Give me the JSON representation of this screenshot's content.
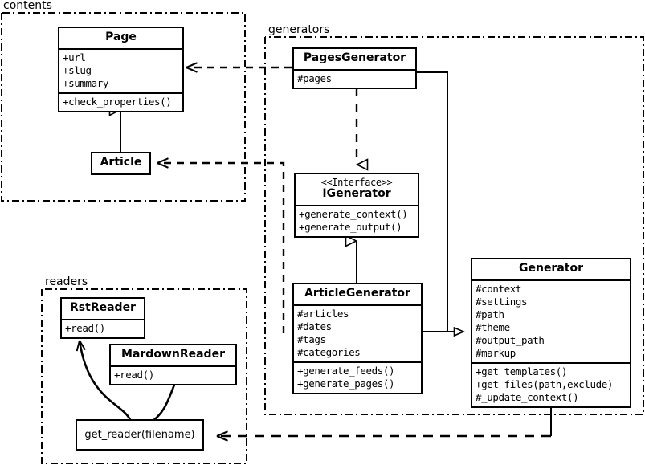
{
  "diagram": {
    "title": "UML class diagram",
    "stroke_color": "#000000",
    "background": "#ffffff"
  },
  "packages": [
    {
      "name": "contents-package",
      "label": "contents"
    },
    {
      "name": "generators-package",
      "label": "generators"
    },
    {
      "name": "readers-package",
      "label": "readers"
    }
  ],
  "classes": {
    "page": {
      "title": "Page",
      "attributes": [
        "+url",
        "+slug",
        "+summary"
      ],
      "methods": [
        "+check_properties()"
      ]
    },
    "article": {
      "title": "Article",
      "attributes": [],
      "methods": []
    },
    "pages_generator": {
      "title": "PagesGenerator",
      "attributes": [
        "#pages"
      ],
      "methods": []
    },
    "igenerator": {
      "stereotype": "<<Interface>>",
      "title": "IGenerator",
      "attributes": [],
      "methods": [
        "+generate_context()",
        "+generate_output()"
      ]
    },
    "article_generator": {
      "title": "ArticleGenerator",
      "attributes": [
        "#articles",
        "#dates",
        "#tags",
        "#categories"
      ],
      "methods": [
        "+generate_feeds()",
        "+generate_pages()"
      ]
    },
    "generator": {
      "title": "Generator",
      "attributes": [
        "#context",
        "#settings",
        "#path",
        "#theme",
        "#output_path",
        "#markup"
      ],
      "methods": [
        "+get_templates()",
        "+get_files(path,exclude)",
        "#_update_context()"
      ]
    },
    "rst_reader": {
      "title": "RstReader",
      "attributes": [],
      "methods": [
        "+read()"
      ]
    },
    "mardown_reader": {
      "title": "MardownReader",
      "attributes": [],
      "methods": [
        "+read()"
      ]
    },
    "get_reader": {
      "title": "get_reader(filename)"
    }
  },
  "relationships": [
    {
      "name": "article-inherits-page",
      "type": "generalization",
      "from": "Article",
      "to": "Page"
    },
    {
      "name": "pagesgenerator-realizes-igenerator",
      "type": "realization",
      "from": "PagesGenerator",
      "to": "IGenerator"
    },
    {
      "name": "articlegenerator-inherits-igenerator",
      "type": "generalization",
      "from": "ArticleGenerator",
      "to": "IGenerator"
    },
    {
      "name": "pagesgenerator-inherits-generator",
      "type": "generalization",
      "from": "PagesGenerator",
      "to": "Generator"
    },
    {
      "name": "articlegenerator-inherits-generator",
      "type": "generalization",
      "from": "ArticleGenerator",
      "to": "Generator"
    },
    {
      "name": "pagesgenerator-depends-page",
      "type": "dependency",
      "from": "PagesGenerator",
      "to": "Page"
    },
    {
      "name": "articlegenerator-depends-article",
      "type": "dependency",
      "from": "ArticleGenerator",
      "to": "Article"
    },
    {
      "name": "generator-depends-get-reader",
      "type": "dependency",
      "from": "Generator",
      "to": "get_reader(filename)"
    },
    {
      "name": "get-reader-returns-rstreader",
      "type": "association",
      "from": "get_reader(filename)",
      "to": "RstReader"
    },
    {
      "name": "get-reader-returns-mardownreader",
      "type": "association",
      "from": "get_reader(filename)",
      "to": "MardownReader"
    }
  ]
}
